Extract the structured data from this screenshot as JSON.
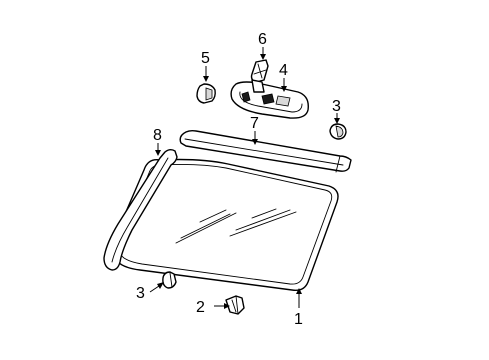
{
  "diagram": {
    "callouts": {
      "c1": "1",
      "c2": "2",
      "c3_clip": "3",
      "c3_cap": "3",
      "c4": "4",
      "c5": "5",
      "c6": "6",
      "c7": "7",
      "c8": "8"
    },
    "colors": {
      "line": "#000000",
      "background": "#ffffff",
      "fill": "#ffffff",
      "shade": "#d9d9d9"
    }
  }
}
